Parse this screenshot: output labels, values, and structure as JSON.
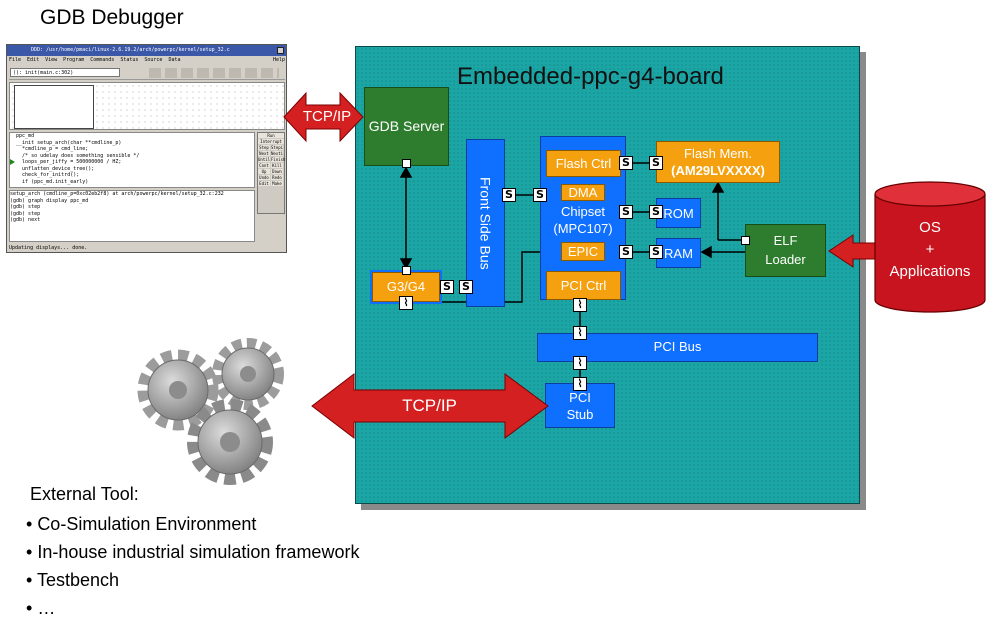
{
  "debugger_title": "GDB Debugger",
  "board_title": "Embedded-ppc-g4-board",
  "blocks": {
    "gdb_server": "GDB Server",
    "front_side_bus": "Front Side Bus",
    "flash_ctrl": "Flash Ctrl",
    "dma": "DMA",
    "chipset": "Chipset",
    "chipset_model": "(MPC107)",
    "epic": "EPIC",
    "pci_ctrl": "PCI Ctrl",
    "flash_mem": "Flash Mem.",
    "flash_mem_model": "(AM29LVXXXX)",
    "rom": "ROM",
    "ram": "RAM",
    "elf_loader_1": "ELF",
    "elf_loader_2": "Loader",
    "cpu": "G3/G4",
    "pci_bus": "PCI Bus",
    "pci_stub_1": "PCI",
    "pci_stub_2": "Stub"
  },
  "os_cylinder": {
    "line1": "OS",
    "line2": "+",
    "line3": "Applications"
  },
  "links": {
    "tcp_top": "TCP/IP",
    "tcp_bottom": "TCP/IP"
  },
  "external": {
    "heading": "External Tool:",
    "items": [
      "Co-Simulation Environment",
      "In-house industrial simulation framework",
      "Testbench",
      "…"
    ]
  },
  "gdb_window": {
    "title": "DDD: /usr/home/pmaci/linux-2.6.19.2/arch/powerpc/kernel/setup_32.c",
    "menu": [
      "File",
      "Edit",
      "View",
      "Program",
      "Commands",
      "Status",
      "Source",
      "Data",
      "Help"
    ],
    "arg_field": "(): init(main.c:302)",
    "source_lines": [
      "  ppc_md",
      "  __init setup_arch(char **cmdline_p)",
      "    *cmdline_p = cmd_line;",
      "    /* so udelay does something sensible */",
      "    loops_per_jiffy = 500000000 / HZ;",
      "    unflatten_device_tree();",
      "    check_for_initrd();",
      "    if (ppc_md.init_early)"
    ],
    "console_lines": [
      "setup_arch (cmdline_p=0xc02eb2f8) at arch/powerpc/kernel/setup_32.c:232",
      "(gdb) graph display ppc_md",
      "(gdb) step",
      "(gdb) step",
      "(gdb) next"
    ],
    "side_buttons": [
      "Run",
      "Interrupt",
      "Step",
      "Stepi",
      "Next",
      "Nexti",
      "Until",
      "Finish",
      "Cont",
      "Kill",
      "Up",
      "Down",
      "Undo",
      "Redo",
      "Edit",
      "Make"
    ],
    "status": "Updating displays... done."
  },
  "colors": {
    "board": "#1ba5a5",
    "blue_block": "#0f6fff",
    "orange_block": "#f5a00f",
    "green_block": "#2e7d2e",
    "arrow_red": "#d42020",
    "cylinder": "#c8141e"
  }
}
